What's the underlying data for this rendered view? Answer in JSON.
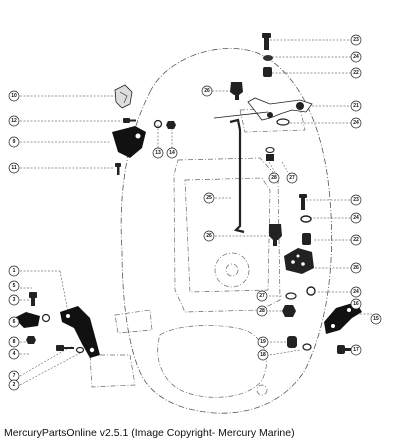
{
  "footer": {
    "caption": "MercuryPartsOnline v2.5.1 (Image Copyright- Mercury Marine)"
  },
  "callouts": [
    {
      "id": "c23a",
      "number": "23"
    },
    {
      "id": "c24a",
      "number": "24"
    },
    {
      "id": "c22a",
      "number": "22"
    },
    {
      "id": "c10",
      "number": "10"
    },
    {
      "id": "c26a",
      "number": "26"
    },
    {
      "id": "c21",
      "number": "21"
    },
    {
      "id": "c12",
      "number": "12"
    },
    {
      "id": "c24b",
      "number": "24"
    },
    {
      "id": "c9",
      "number": "9"
    },
    {
      "id": "c13",
      "number": "13"
    },
    {
      "id": "c14",
      "number": "14"
    },
    {
      "id": "c11",
      "number": "11"
    },
    {
      "id": "c28a",
      "number": "28"
    },
    {
      "id": "c27a",
      "number": "27"
    },
    {
      "id": "c25",
      "number": "25"
    },
    {
      "id": "c23b",
      "number": "23"
    },
    {
      "id": "c24c",
      "number": "24"
    },
    {
      "id": "c26b",
      "number": "26"
    },
    {
      "id": "c22b",
      "number": "22"
    },
    {
      "id": "c26c",
      "number": "26"
    },
    {
      "id": "c1",
      "number": "1"
    },
    {
      "id": "c5",
      "number": "5"
    },
    {
      "id": "c3",
      "number": "3"
    },
    {
      "id": "c6",
      "number": "6"
    },
    {
      "id": "c8",
      "number": "8"
    },
    {
      "id": "c4",
      "number": "4"
    },
    {
      "id": "c7",
      "number": "7"
    },
    {
      "id": "c2",
      "number": "2"
    },
    {
      "id": "c27b",
      "number": "27"
    },
    {
      "id": "c28b",
      "number": "28"
    },
    {
      "id": "c24d",
      "number": "24"
    },
    {
      "id": "c16",
      "number": "16"
    },
    {
      "id": "c15",
      "number": "15"
    },
    {
      "id": "c19",
      "number": "19"
    },
    {
      "id": "c18",
      "number": "18"
    },
    {
      "id": "c17",
      "number": "17"
    }
  ]
}
